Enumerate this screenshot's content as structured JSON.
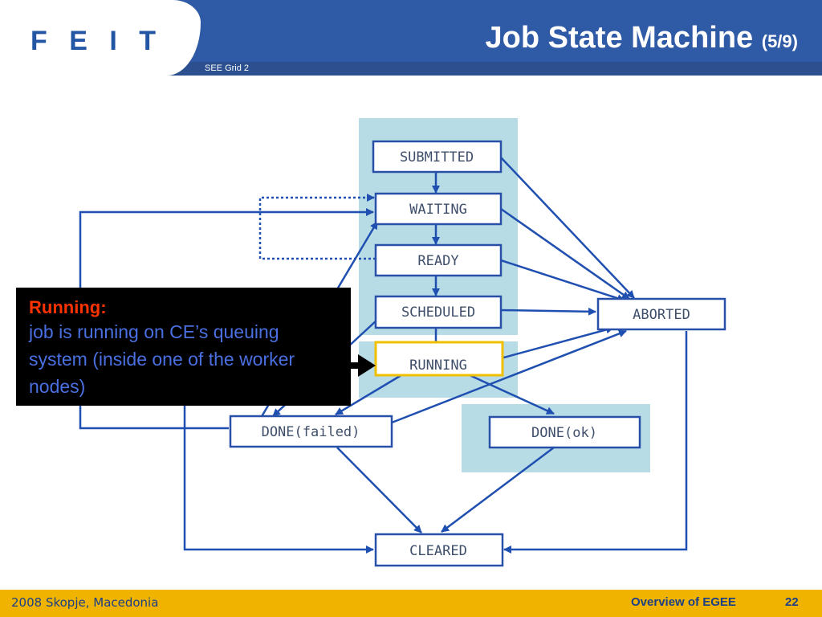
{
  "header": {
    "logo": "F E I T",
    "title": "Job State Machine",
    "title_suffix": "(5/9)",
    "subtitle": "SEE Grid 2"
  },
  "diagram": {
    "states": [
      {
        "id": "submitted",
        "label": "SUBMITTED"
      },
      {
        "id": "waiting",
        "label": "WAITING"
      },
      {
        "id": "ready",
        "label": "READY"
      },
      {
        "id": "scheduled",
        "label": "SCHEDULED"
      },
      {
        "id": "running",
        "label": "RUNNING"
      },
      {
        "id": "aborted",
        "label": "ABORTED"
      },
      {
        "id": "done_failed",
        "label": "DONE(failed)"
      },
      {
        "id": "done_ok",
        "label": "DONE(ok)"
      },
      {
        "id": "cleared",
        "label": "CLEARED"
      }
    ],
    "highlighted_state": "running",
    "colors": {
      "arrow": "#1f4fb0",
      "box_border": "#2850a8",
      "panel": "#b8dce6",
      "highlight": "#f0c000"
    }
  },
  "callout": {
    "title": "Running:",
    "text": "job is running on CE’s queuing system (inside one of the worker nodes)"
  },
  "footer": {
    "left": "2008 Skopje, Macedonia",
    "right": "Overview of EGEE",
    "page": "22"
  }
}
